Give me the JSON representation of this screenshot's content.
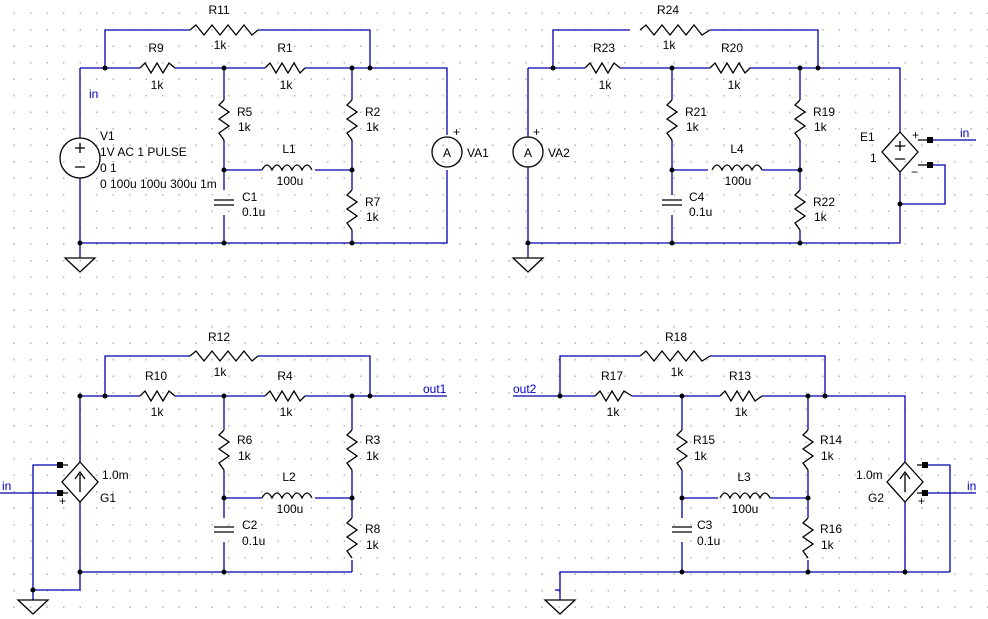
{
  "resistors": {
    "r1": {
      "ref": "R1",
      "val": "1k"
    },
    "r2": {
      "ref": "R2",
      "val": "1k"
    },
    "r3": {
      "ref": "R3",
      "val": "1k"
    },
    "r4": {
      "ref": "R4",
      "val": "1k"
    },
    "r5": {
      "ref": "R5",
      "val": "1k"
    },
    "r6": {
      "ref": "R6",
      "val": "1k"
    },
    "r7": {
      "ref": "R7",
      "val": "1k"
    },
    "r8": {
      "ref": "R8",
      "val": "1k"
    },
    "r9": {
      "ref": "R9",
      "val": "1k"
    },
    "r10": {
      "ref": "R10",
      "val": "1k"
    },
    "r11": {
      "ref": "R11",
      "val": "1k"
    },
    "r12": {
      "ref": "R12",
      "val": "1k"
    },
    "r13": {
      "ref": "R13",
      "val": "1k"
    },
    "r14": {
      "ref": "R14",
      "val": "1k"
    },
    "r15": {
      "ref": "R15",
      "val": "1k"
    },
    "r16": {
      "ref": "R16",
      "val": "1k"
    },
    "r17": {
      "ref": "R17",
      "val": "1k"
    },
    "r18": {
      "ref": "R18",
      "val": "1k"
    },
    "r19": {
      "ref": "R19",
      "val": "1k"
    },
    "r20": {
      "ref": "R20",
      "val": "1k"
    },
    "r21": {
      "ref": "R21",
      "val": "1k"
    },
    "r22": {
      "ref": "R22",
      "val": "1k"
    },
    "r23": {
      "ref": "R23",
      "val": "1k"
    },
    "r24": {
      "ref": "R24",
      "val": "1k"
    }
  },
  "inductors": {
    "l1": {
      "ref": "L1",
      "val": "100u"
    },
    "l2": {
      "ref": "L2",
      "val": "100u"
    },
    "l3": {
      "ref": "L3",
      "val": "100u"
    },
    "l4": {
      "ref": "L4",
      "val": "100u"
    }
  },
  "capacitors": {
    "c1": {
      "ref": "C1",
      "val": "0.1u"
    },
    "c2": {
      "ref": "C2",
      "val": "0.1u"
    },
    "c3": {
      "ref": "C3",
      "val": "0.1u"
    },
    "c4": {
      "ref": "C4",
      "val": "0.1u"
    }
  },
  "source_v1": {
    "ref": "V1",
    "line1": "1V AC 1   PULSE",
    "line2": "0 1",
    "line3": "0 100u 100u 300u 1m"
  },
  "ammeters": {
    "va1": "VA1",
    "va2": "VA2",
    "symbol": "A"
  },
  "vcvs_e1": {
    "ref": "E1",
    "gain": "1"
  },
  "vccs": {
    "g1": {
      "ref": "G1",
      "val": "1.0m"
    },
    "g2": {
      "ref": "G2",
      "val": "1.0m"
    }
  },
  "nets": {
    "in": "in",
    "out1": "out1",
    "out2": "out2"
  },
  "signs": {
    "plus": "+",
    "minus": "−"
  }
}
